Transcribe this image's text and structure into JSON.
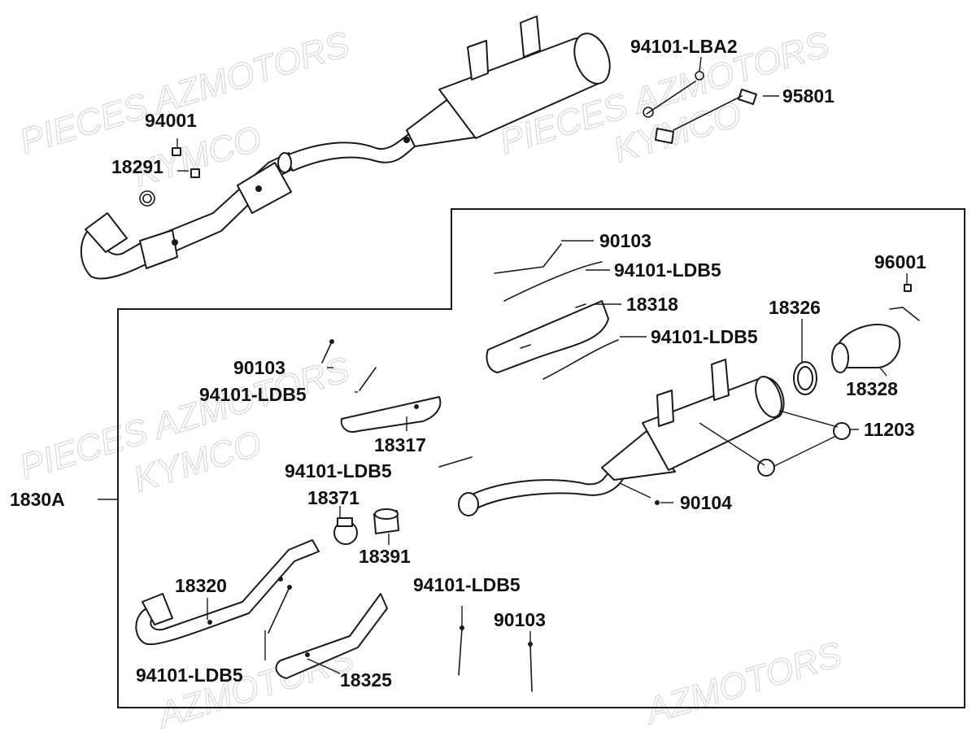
{
  "watermarks": {
    "wm_1": "PIECES AZMOTORS",
    "wm_2": "KYMCO",
    "wm_3": "PIECES AZMOTORS",
    "wm_4": "KYMCO",
    "wm_5": "PIECES AZMOTORS",
    "wm_6": "KYMCO",
    "wm_7": "AZMOTORS",
    "wm_8": "AZMOTORS"
  },
  "labels": {
    "l_94101_lba2": "94101-LBA2",
    "l_95801": "95801",
    "l_94001": "94001",
    "l_18291": "18291",
    "l_90103_top": "90103",
    "l_94101_ldb5_a": "94101-LDB5",
    "l_18318": "18318",
    "l_96001": "96001",
    "l_18326": "18326",
    "l_94101_ldb5_b": "94101-LDB5",
    "l_18328": "18328",
    "l_90103_mid": "90103",
    "l_94101_ldb5_c": "94101-LDB5",
    "l_11203": "11203",
    "l_18317": "18317",
    "l_94101_ldb5_d": "94101-LDB5",
    "l_18371": "18371",
    "l_1830a": "1830A",
    "l_90104": "90104",
    "l_18391": "18391",
    "l_94101_ldb5_e": "94101-LDB5",
    "l_18320": "18320",
    "l_90103_bot": "90103",
    "l_94101_ldb5_f": "94101-LDB5",
    "l_18325": "18325"
  }
}
